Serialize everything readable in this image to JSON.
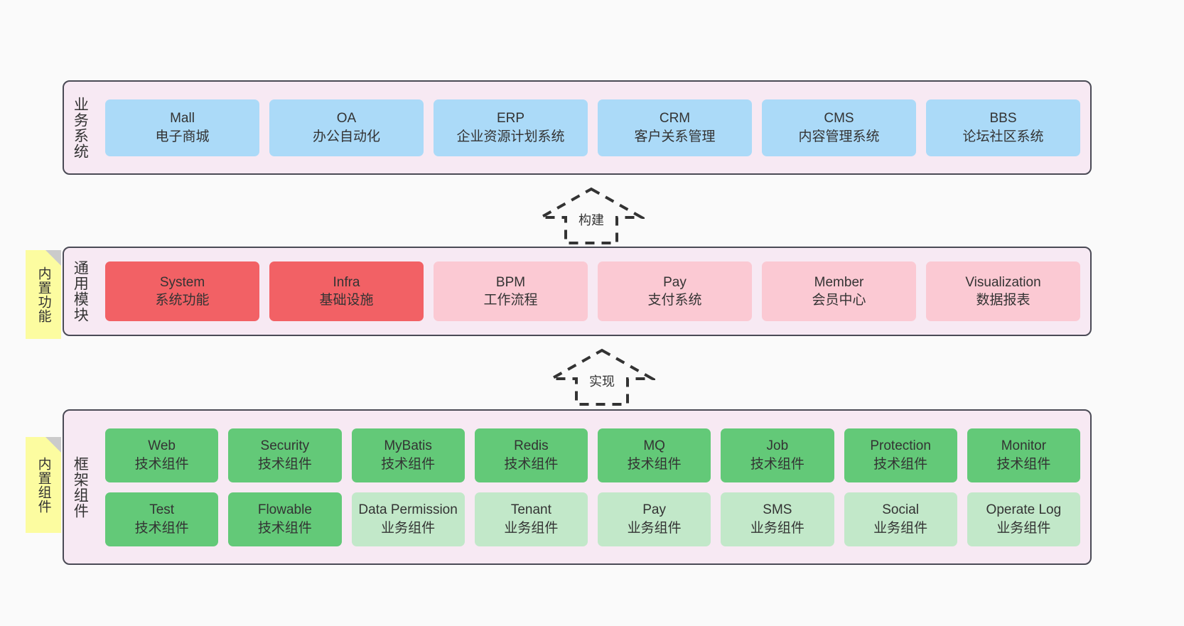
{
  "layers": [
    {
      "id": "business",
      "title": "业务系统",
      "style": "blue",
      "items": [
        {
          "en": "Mall",
          "cn": "电子商城"
        },
        {
          "en": "OA",
          "cn": "办公自动化"
        },
        {
          "en": "ERP",
          "cn": "企业资源计划系统"
        },
        {
          "en": "CRM",
          "cn": "客户关系管理"
        },
        {
          "en": "CMS",
          "cn": "内容管理系统"
        },
        {
          "en": "BBS",
          "cn": "论坛社区系统"
        }
      ]
    },
    {
      "id": "common",
      "title": "通用模块",
      "note": "内置功能",
      "items": [
        {
          "en": "System",
          "cn": "系统功能",
          "style": "red"
        },
        {
          "en": "Infra",
          "cn": "基础设施",
          "style": "red"
        },
        {
          "en": "BPM",
          "cn": "工作流程",
          "style": "pink"
        },
        {
          "en": "Pay",
          "cn": "支付系统",
          "style": "pink"
        },
        {
          "en": "Member",
          "cn": "会员中心",
          "style": "pink"
        },
        {
          "en": "Visualization",
          "cn": "数据报表",
          "style": "pink"
        }
      ]
    },
    {
      "id": "framework",
      "title": "框架组件",
      "note": "内置组件",
      "row1": [
        {
          "en": "Web",
          "cn": "技术组件",
          "style": "green"
        },
        {
          "en": "Security",
          "cn": "技术组件",
          "style": "green"
        },
        {
          "en": "MyBatis",
          "cn": "技术组件",
          "style": "green"
        },
        {
          "en": "Redis",
          "cn": "技术组件",
          "style": "green"
        },
        {
          "en": "MQ",
          "cn": "技术组件",
          "style": "green"
        },
        {
          "en": "Job",
          "cn": "技术组件",
          "style": "green"
        },
        {
          "en": "Protection",
          "cn": "技术组件",
          "style": "green"
        },
        {
          "en": "Monitor",
          "cn": "技术组件",
          "style": "green"
        }
      ],
      "row2": [
        {
          "en": "Test",
          "cn": "技术组件",
          "style": "green"
        },
        {
          "en": "Flowable",
          "cn": "技术组件",
          "style": "green"
        },
        {
          "en": "Data Permission",
          "cn": "业务组件",
          "style": "lightgreen"
        },
        {
          "en": "Tenant",
          "cn": "业务组件",
          "style": "lightgreen"
        },
        {
          "en": "Pay",
          "cn": "业务组件",
          "style": "lightgreen"
        },
        {
          "en": "SMS",
          "cn": "业务组件",
          "style": "lightgreen"
        },
        {
          "en": "Social",
          "cn": "业务组件",
          "style": "lightgreen"
        },
        {
          "en": "Operate Log",
          "cn": "业务组件",
          "style": "lightgreen"
        }
      ]
    }
  ],
  "arrows": [
    {
      "id": "build",
      "label": "构建"
    },
    {
      "id": "implement",
      "label": "实现"
    }
  ],
  "colors": {
    "panel_bg": "#F7E9F3",
    "panel_border": "#4A4A55",
    "blue": "#ABDAF8",
    "red": "#F26165",
    "pink": "#FBC9D3",
    "green": "#63C978",
    "light_green": "#C2E8C9",
    "note_yellow": "#FCFCA0",
    "canvas_bg": "#FAFAFA"
  }
}
